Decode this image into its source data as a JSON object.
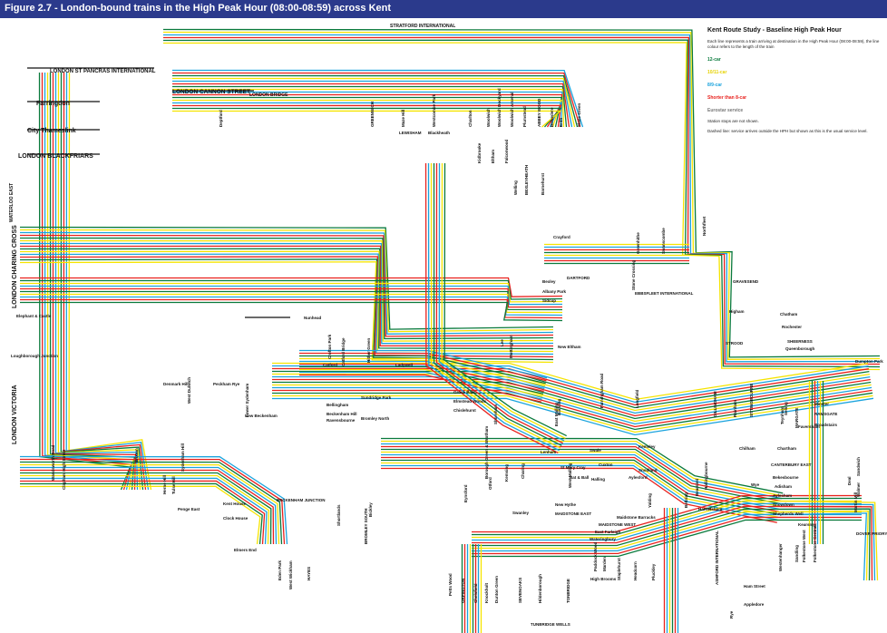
{
  "title": "Figure 2.7 - London-bound trains in the High Peak Hour (08:00-08:59) across Kent",
  "legend": {
    "heading": "Kent Route Study - Baseline High Peak Hour",
    "description": "Each line represents a train arriving at destination in the High Peak Hour (08:00-08:59), the line colour refers to the length of the train",
    "items": [
      {
        "label": "12-car",
        "color": "#0a7a3c"
      },
      {
        "label": "10/11-car",
        "color": "#f5e400"
      },
      {
        "label": "8/9-car",
        "color": "#1aa3dd"
      },
      {
        "label": "Shorter than 8-car",
        "color": "#e8211d"
      },
      {
        "label": "Eurostar service",
        "color": "#777777"
      }
    ],
    "note1": "Station stops are not shown.",
    "note2": "Dashed line: service arrives outside the HPH but shown as this is the usual service level."
  },
  "colors": {
    "green": "#0a7a3c",
    "yellow": "#f5e400",
    "blue": "#1aa3dd",
    "red": "#e8211d",
    "black": "#111111",
    "grey": "#777777",
    "header": "#2b3a8c"
  },
  "terminals": [
    {
      "name": "LONDON ST PANCRAS INTERNATIONAL",
      "key": "st-pancras"
    },
    {
      "name": "Farringdon",
      "key": "farringdon"
    },
    {
      "name": "City Thameslink",
      "key": "city-thameslink"
    },
    {
      "name": "LONDON BLACKFRIARS",
      "key": "blackfriars"
    },
    {
      "name": "LONDON CANNON STREET",
      "key": "cannon-street"
    },
    {
      "name": "LONDON BRIDGE",
      "key": "london-bridge"
    },
    {
      "name": "WATERLOO EAST",
      "key": "waterloo-east"
    },
    {
      "name": "LONDON CHARING CROSS",
      "key": "charing-cross"
    },
    {
      "name": "LONDON VICTORIA",
      "key": "victoria"
    },
    {
      "name": "STRATFORD INTERNATIONAL",
      "key": "stratford"
    }
  ],
  "stations": [
    "Elephant & Castle",
    "Loughborough Junction",
    "Denmark Hill",
    "Peckham Rye",
    "Nunhead",
    "Deptford",
    "GREENWICH",
    "Maze Hill",
    "Westcombe Park",
    "Charlton",
    "Woolwich",
    "Woolwich Dockyard",
    "Woolwich Arsenal",
    "Plumstead",
    "ABBEY WOOD",
    "Belvedere",
    "Erith",
    "Slade Green",
    "LEWISHAM",
    "Blackheath",
    "Kidbrooke",
    "Eltham",
    "Falconwood",
    "Welling",
    "BEXLEYHEATH",
    "Barnehurst",
    "Crayford",
    "DARTFORD",
    "Stone Crossing",
    "Greenhithe",
    "Swanscombe",
    "Northfleet",
    "EBBSFLEET INTERNATIONAL",
    "GRAVESEND",
    "Higham",
    "STROOD",
    "Bexley",
    "Albany Park",
    "Sidcup",
    "New Eltham",
    "Mottingham",
    "Lee",
    "Hither Green",
    "Ladywell",
    "Catford Bridge",
    "Crofton Park",
    "Catford",
    "Sundridge Park",
    "Grove Park",
    "Elmstead Woods",
    "Chislehurst",
    "Bellingham",
    "Beckenham Hill",
    "Ravensbourne",
    "Bromley North",
    "Lower Sydenham",
    "New Beckenham",
    "Kent House",
    "Clock House",
    "BECKENHAM JUNCTION",
    "Elmers End",
    "Eden Park",
    "West Wickham",
    "HAYES",
    "Shortlands",
    "BROMLEY SOUTH",
    "Bickley",
    "Penge East",
    "Sydenham Hill",
    "West Dulwich",
    "Herne Hill",
    "Tulse Hill",
    "Brixton",
    "Wandsworth Road",
    "Clapham High Street",
    "Petts Wood",
    "ORPINGTON",
    "Chelsfield",
    "Knockholt",
    "Dunton Green",
    "SEVENOAKS",
    "Hildenborough",
    "TONBRIDGE",
    "High Brooms",
    "TUNBRIDGE WELLS",
    "Paddock Wood",
    "Marden",
    "Staplehurst",
    "Headcorn",
    "Pluckley",
    "ASHFORD INTERNATIONAL",
    "Ham Street",
    "Appledore",
    "Rye",
    "Wye",
    "Chartham",
    "Chilham",
    "CANTERBURY EAST",
    "Bekesbourne",
    "Adisham",
    "Aylesham",
    "Snowdown",
    "Shepherds Well",
    "Kearsney",
    "DOVER PRIORY",
    "Folkestone Central",
    "Folkestone West",
    "Sandling",
    "Westenhanger",
    "Martin Mill",
    "Walmer",
    "Deal",
    "Sandwich",
    "Minster",
    "RAMSGATE",
    "Broadstairs",
    "Dumpton Park",
    "MARGATE",
    "Faversham",
    "Selling",
    "Teynham",
    "SITTINGBOURNE",
    "Rainham",
    "GILLINGHAM",
    "Chatham",
    "Rochester",
    "SHEERNESS",
    "Queenborough",
    "Swale",
    "Kemsley",
    "Snodland",
    "Halling",
    "Cuxton",
    "Aylesford",
    "New Hythe",
    "MAIDSTONE EAST",
    "Maidstone Barracks",
    "MAIDSTONE WEST",
    "East Farleigh",
    "Wateringbury",
    "Yalding",
    "Beltring",
    "Bearsted",
    "Hollingbourne",
    "Harrietsham",
    "Lenham",
    "Charing",
    "Borough Green & Wrotham",
    "Kemsing",
    "Otford",
    "Shoreham",
    "Eynsford",
    "Swanley",
    "St Mary Cray",
    "Bat & Ball",
    "West Malling",
    "East Malling",
    "Barming",
    "Farningham Road",
    "Longfield",
    "Meopham",
    "Sole Street"
  ]
}
